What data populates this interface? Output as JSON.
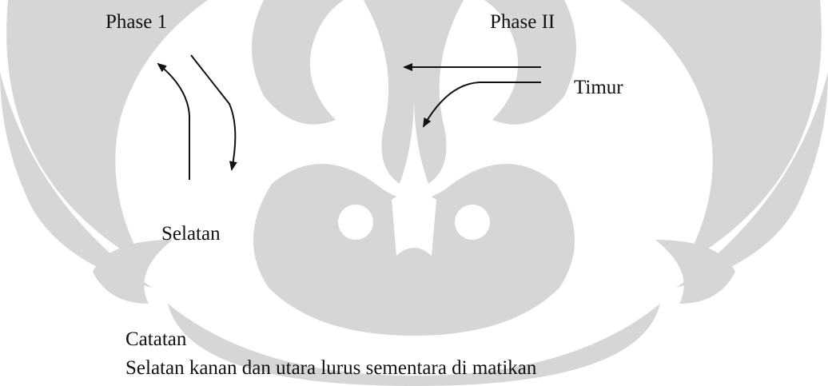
{
  "diagram": {
    "phase1_label": "Phase 1",
    "phase2_label": "Phase II",
    "east_label": "Timur",
    "south_label": "Selatan",
    "note_heading": "Catatan",
    "note_text": "Selatan kanan dan utara lurus sementara di matikan"
  },
  "colors": {
    "stroke": "#111111",
    "watermark": "#d6d6d6",
    "background": "#ffffff"
  },
  "icons": {
    "watermark": "university-emblem-watermark"
  }
}
